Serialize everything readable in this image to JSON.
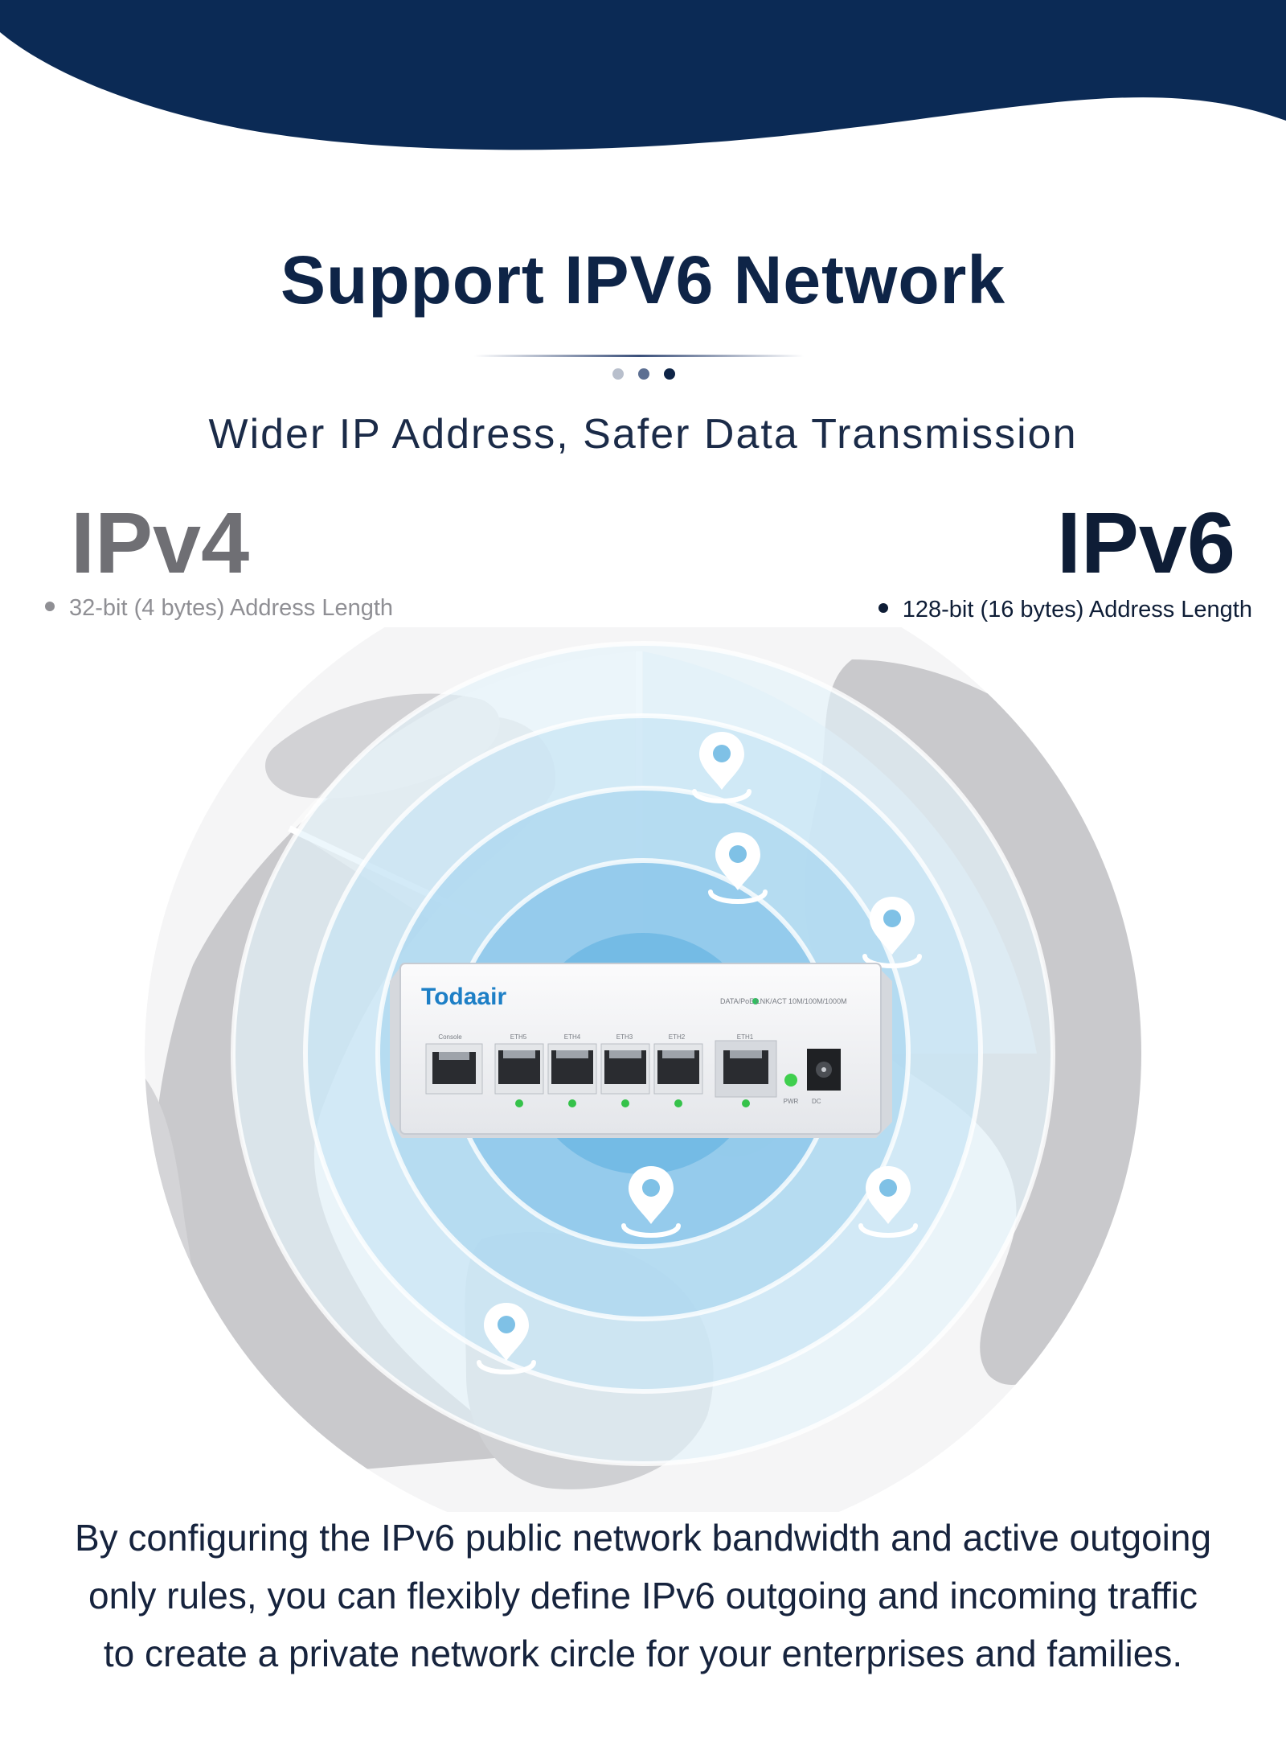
{
  "header": {
    "title": "Support IPV6 Network",
    "subtitle": "Wider IP Address, Safer Data Transmission"
  },
  "comparison": {
    "ipv4": {
      "heading": "IPv4",
      "note": "32-bit (4 bytes) Address Length",
      "color": "#6f6f74"
    },
    "ipv6": {
      "heading": "IPv6",
      "note": "128-bit (16 bytes) Address Length",
      "color": "#0e1d36"
    }
  },
  "device": {
    "brand": "Todaair",
    "status_text": "DATA/PoE  LNK/ACT 10M/100M/1000M",
    "ports": [
      "Console",
      "ETH5",
      "ETH4",
      "ETH3",
      "ETH2",
      "ETH1"
    ],
    "pwr_label": "PWR",
    "dc_label": "DC"
  },
  "description": "By configuring the IPv6 public network bandwidth and active outgoing only rules, you can flexibly define IPv6 outgoing and incoming traffic to create a private network circle for your enterprises and families.",
  "colors": {
    "navy": "#0b2a55",
    "accent_blue": "#7fc1e6",
    "globe_gray": "#c9c9cc"
  },
  "icons": [
    "location-pin-icon"
  ]
}
